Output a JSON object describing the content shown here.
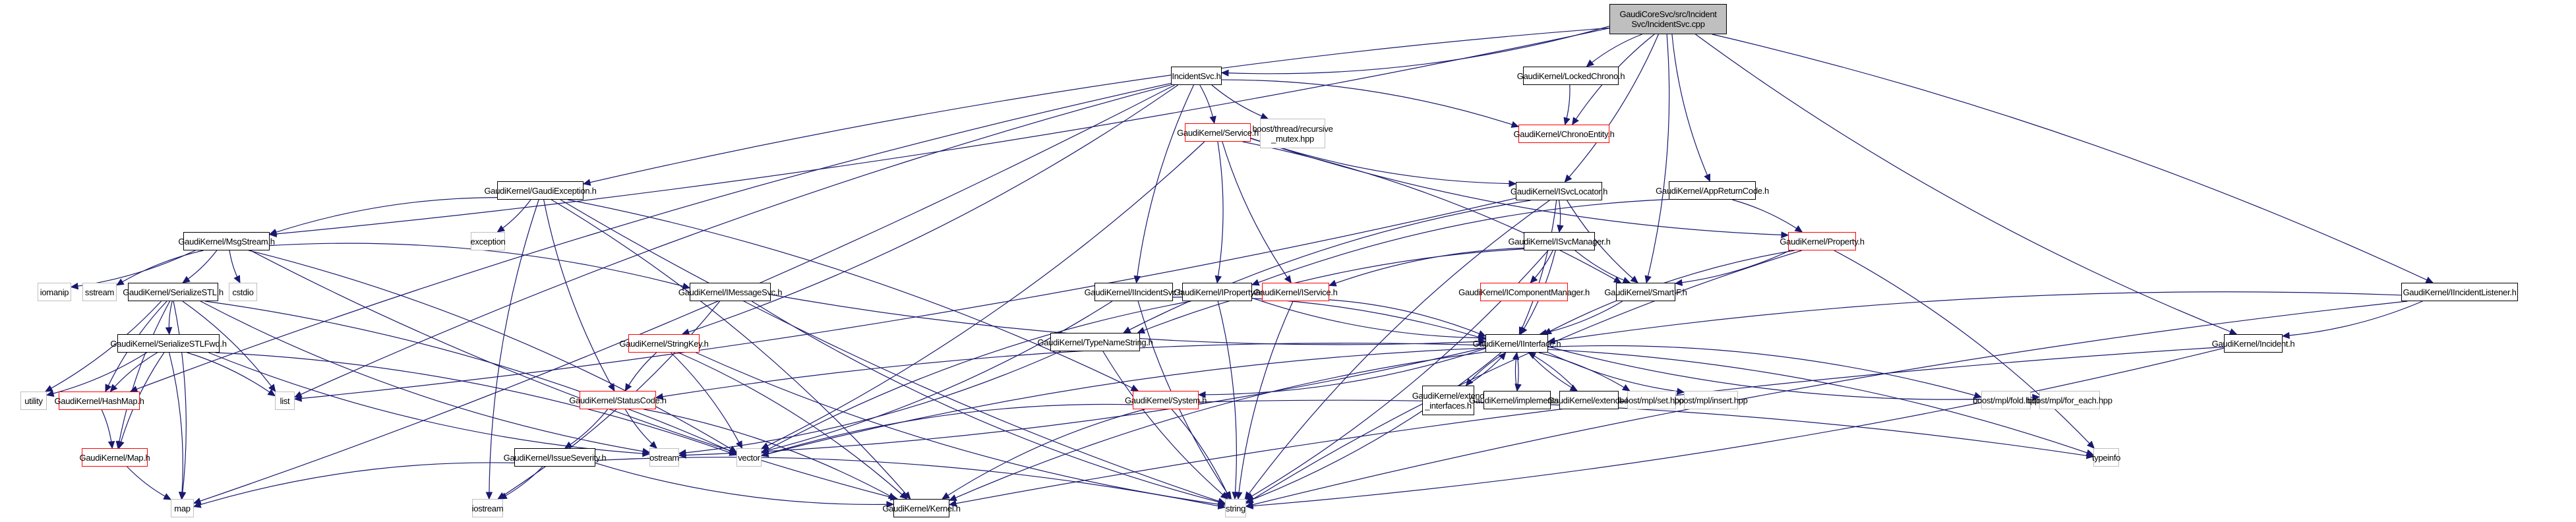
{
  "diagram": {
    "title": "GaudiCoreSvc/src/IncidentSvc/IncidentSvc.cpp include dependency graph",
    "colors": {
      "edge": "#191970",
      "root_fill": "#bfbfbf",
      "documented_border": "#000000",
      "truncated_border": "#ff0000",
      "external_border": "#bfbfbf"
    },
    "nodes": [
      {
        "id": "root",
        "label": "GaudiCoreSvc/src/Incident\nSvc/IncidentSvc.cpp",
        "kind": "root"
      },
      {
        "id": "incidentsvc_h",
        "label": "IncidentSvc.h",
        "kind": "normal"
      },
      {
        "id": "lockedchrono",
        "label": "GaudiKernel/LockedChrono.h",
        "kind": "normal"
      },
      {
        "id": "chronoentity",
        "label": "GaudiKernel/ChronoEntity.h",
        "kind": "red"
      },
      {
        "id": "service",
        "label": "GaudiKernel/Service.h",
        "kind": "red"
      },
      {
        "id": "boost_mutex",
        "label": "boost/thread/recursive\n_mutex.hpp",
        "kind": "ext"
      },
      {
        "id": "gaudiexception",
        "label": "GaudiKernel/GaudiException.h",
        "kind": "normal"
      },
      {
        "id": "isvclocator",
        "label": "GaudiKernel/ISvcLocator.h",
        "kind": "normal"
      },
      {
        "id": "appreturncode",
        "label": "GaudiKernel/AppReturnCode.h",
        "kind": "normal"
      },
      {
        "id": "property",
        "label": "GaudiKernel/Property.h",
        "kind": "red"
      },
      {
        "id": "msgstream",
        "label": "GaudiKernel/MsgStream.h",
        "kind": "normal"
      },
      {
        "id": "exception",
        "label": "exception",
        "kind": "ext"
      },
      {
        "id": "isvcmanager",
        "label": "GaudiKernel/ISvcManager.h",
        "kind": "normal"
      },
      {
        "id": "iomanip",
        "label": "iomanip",
        "kind": "ext"
      },
      {
        "id": "sstream",
        "label": "sstream",
        "kind": "ext"
      },
      {
        "id": "serializestl",
        "label": "GaudiKernel/SerializeSTL.h",
        "kind": "normal"
      },
      {
        "id": "cstdio",
        "label": "cstdio",
        "kind": "ext"
      },
      {
        "id": "imessagesvc",
        "label": "GaudiKernel/IMessageSvc.h",
        "kind": "normal"
      },
      {
        "id": "iincidentsvc",
        "label": "GaudiKernel/IIncidentSvc.h",
        "kind": "normal"
      },
      {
        "id": "iproperty",
        "label": "GaudiKernel/IProperty.h",
        "kind": "normal"
      },
      {
        "id": "iservice",
        "label": "GaudiKernel/IService.h",
        "kind": "red"
      },
      {
        "id": "icomponentmanager",
        "label": "GaudiKernel/IComponentManager.h",
        "kind": "red"
      },
      {
        "id": "smartif",
        "label": "GaudiKernel/SmartIF.h",
        "kind": "normal"
      },
      {
        "id": "iincidentlistener",
        "label": "GaudiKernel/IIncidentListener.h",
        "kind": "normal"
      },
      {
        "id": "serializestlfwd",
        "label": "GaudiKernel/SerializeSTLFwd.h",
        "kind": "normal"
      },
      {
        "id": "stringkey",
        "label": "GaudiKernel/StringKey.h",
        "kind": "red"
      },
      {
        "id": "typenamestring",
        "label": "GaudiKernel/TypeNameString.h",
        "kind": "normal"
      },
      {
        "id": "iinterface",
        "label": "GaudiKernel/IInterface.h",
        "kind": "normal"
      },
      {
        "id": "incident",
        "label": "GaudiKernel/Incident.h",
        "kind": "normal"
      },
      {
        "id": "utility",
        "label": "utility",
        "kind": "ext"
      },
      {
        "id": "hashmap",
        "label": "GaudiKernel/HashMap.h",
        "kind": "red"
      },
      {
        "id": "list",
        "label": "list",
        "kind": "ext"
      },
      {
        "id": "statuscode",
        "label": "GaudiKernel/StatusCode.h",
        "kind": "red"
      },
      {
        "id": "system",
        "label": "GaudiKernel/System.h",
        "kind": "red"
      },
      {
        "id": "extend_interfaces",
        "label": "GaudiKernel/extend\n_interfaces.h",
        "kind": "normal"
      },
      {
        "id": "implements",
        "label": "GaudiKernel/implements.h",
        "kind": "normal"
      },
      {
        "id": "extends",
        "label": "GaudiKernel/extends.h",
        "kind": "normal"
      },
      {
        "id": "mpl_set",
        "label": "boost/mpl/set.hpp",
        "kind": "ext"
      },
      {
        "id": "mpl_insert",
        "label": "boost/mpl/insert.hpp",
        "kind": "ext"
      },
      {
        "id": "mpl_fold",
        "label": "boost/mpl/fold.hpp",
        "kind": "ext"
      },
      {
        "id": "mpl_for_each",
        "label": "boost/mpl/for_each.hpp",
        "kind": "ext"
      },
      {
        "id": "map_h",
        "label": "GaudiKernel/Map.h",
        "kind": "red"
      },
      {
        "id": "ostream",
        "label": "ostream",
        "kind": "ext"
      },
      {
        "id": "vector",
        "label": "vector",
        "kind": "ext"
      },
      {
        "id": "typeinfo",
        "label": "typeinfo",
        "kind": "ext"
      },
      {
        "id": "issueseverity",
        "label": "GaudiKernel/IssueSeverity.h",
        "kind": "normal"
      },
      {
        "id": "map",
        "label": "map",
        "kind": "ext"
      },
      {
        "id": "iostream",
        "label": "iostream",
        "kind": "ext"
      },
      {
        "id": "kernel",
        "label": "GaudiKernel/Kernel.h",
        "kind": "normal"
      },
      {
        "id": "string",
        "label": "string",
        "kind": "ext"
      }
    ],
    "edges": [
      [
        "root",
        "incidentsvc_h"
      ],
      [
        "root",
        "lockedchrono"
      ],
      [
        "root",
        "msgstream"
      ],
      [
        "root",
        "gaudiexception"
      ],
      [
        "root",
        "isvclocator"
      ],
      [
        "root",
        "appreturncode"
      ],
      [
        "root",
        "smartif"
      ],
      [
        "root",
        "incident"
      ],
      [
        "root",
        "iincidentlistener"
      ],
      [
        "root",
        "chronoentity"
      ],
      [
        "incidentsvc_h",
        "service"
      ],
      [
        "incidentsvc_h",
        "boost_mutex"
      ],
      [
        "incidentsvc_h",
        "chronoentity"
      ],
      [
        "incidentsvc_h",
        "iincidentsvc"
      ],
      [
        "incidentsvc_h",
        "stringkey"
      ],
      [
        "incidentsvc_h",
        "list"
      ],
      [
        "incidentsvc_h",
        "map"
      ],
      [
        "incidentsvc_h",
        "hashmap"
      ],
      [
        "lockedchrono",
        "chronoentity"
      ],
      [
        "service",
        "isvclocator"
      ],
      [
        "service",
        "iproperty"
      ],
      [
        "service",
        "iservice"
      ],
      [
        "service",
        "smartif"
      ],
      [
        "service",
        "property"
      ],
      [
        "service",
        "vector"
      ],
      [
        "gaudiexception",
        "msgstream"
      ],
      [
        "gaudiexception",
        "exception"
      ],
      [
        "gaudiexception",
        "statuscode"
      ],
      [
        "gaudiexception",
        "system"
      ],
      [
        "gaudiexception",
        "iostream"
      ],
      [
        "gaudiexception",
        "kernel"
      ],
      [
        "gaudiexception",
        "string"
      ],
      [
        "isvclocator",
        "isvcmanager"
      ],
      [
        "isvclocator",
        "smartif"
      ],
      [
        "isvclocator",
        "iinterface"
      ],
      [
        "isvclocator",
        "typenamestring"
      ],
      [
        "isvclocator",
        "list"
      ],
      [
        "isvclocator",
        "string"
      ],
      [
        "appreturncode",
        "property"
      ],
      [
        "appreturncode",
        "iproperty"
      ],
      [
        "property",
        "smartif"
      ],
      [
        "property",
        "iinterface"
      ],
      [
        "property",
        "typeinfo"
      ],
      [
        "property",
        "string"
      ],
      [
        "msgstream",
        "iomanip"
      ],
      [
        "msgstream",
        "sstream"
      ],
      [
        "msgstream",
        "serializestl"
      ],
      [
        "msgstream",
        "cstdio"
      ],
      [
        "msgstream",
        "imessagesvc"
      ],
      [
        "msgstream",
        "kernel"
      ],
      [
        "msgstream",
        "vector"
      ],
      [
        "isvcmanager",
        "iservice"
      ],
      [
        "isvcmanager",
        "icomponentmanager"
      ],
      [
        "isvcmanager",
        "smartif"
      ],
      [
        "isvcmanager",
        "iinterface"
      ],
      [
        "isvcmanager",
        "typenamestring"
      ],
      [
        "isvcmanager",
        "string"
      ],
      [
        "serializestl",
        "serializestlfwd"
      ],
      [
        "serializestl",
        "utility"
      ],
      [
        "serializestl",
        "hashmap"
      ],
      [
        "serializestl",
        "list"
      ],
      [
        "serializestl",
        "map_h"
      ],
      [
        "serializestl",
        "map"
      ],
      [
        "serializestl",
        "ostream"
      ],
      [
        "serializestl",
        "vector"
      ],
      [
        "imessagesvc",
        "iinterface"
      ],
      [
        "imessagesvc",
        "iostream"
      ],
      [
        "imessagesvc",
        "string"
      ],
      [
        "iincidentsvc",
        "iinterface"
      ],
      [
        "iincidentsvc",
        "string"
      ],
      [
        "iincidentsvc",
        "vector"
      ],
      [
        "iproperty",
        "iinterface"
      ],
      [
        "iproperty",
        "string"
      ],
      [
        "iproperty",
        "vector"
      ],
      [
        "iservice",
        "iinterface"
      ],
      [
        "iservice",
        "string"
      ],
      [
        "smartif",
        "iinterface"
      ],
      [
        "iincidentlistener",
        "iinterface"
      ],
      [
        "iincidentlistener",
        "incident"
      ],
      [
        "iincidentlistener",
        "string"
      ],
      [
        "serializestlfwd",
        "utility"
      ],
      [
        "serializestlfwd",
        "hashmap"
      ],
      [
        "serializestlfwd",
        "list"
      ],
      [
        "serializestlfwd",
        "map_h"
      ],
      [
        "serializestlfwd",
        "map"
      ],
      [
        "serializestlfwd",
        "ostream"
      ],
      [
        "serializestlfwd",
        "vector"
      ],
      [
        "stringkey",
        "statuscode"
      ],
      [
        "stringkey",
        "vector"
      ],
      [
        "stringkey",
        "string"
      ],
      [
        "stringkey",
        "kernel"
      ],
      [
        "typenamestring",
        "string"
      ],
      [
        "typenamestring",
        "ostream"
      ],
      [
        "iinterface",
        "statuscode"
      ],
      [
        "iinterface",
        "system"
      ],
      [
        "iinterface",
        "extend_interfaces"
      ],
      [
        "iinterface",
        "implements"
      ],
      [
        "iinterface",
        "extends"
      ],
      [
        "iinterface",
        "mpl_set"
      ],
      [
        "iinterface",
        "mpl_insert"
      ],
      [
        "iinterface",
        "mpl_fold"
      ],
      [
        "iinterface",
        "mpl_for_each"
      ],
      [
        "iinterface",
        "ostream"
      ],
      [
        "iinterface",
        "kernel"
      ],
      [
        "iinterface",
        "typeinfo"
      ],
      [
        "iinterface",
        "vector"
      ],
      [
        "iinterface",
        "string"
      ],
      [
        "extend_interfaces",
        "iinterface"
      ],
      [
        "implements",
        "iinterface"
      ],
      [
        "extends",
        "iinterface"
      ],
      [
        "incident",
        "string"
      ],
      [
        "incident",
        "kernel"
      ],
      [
        "hashmap",
        "map_h"
      ],
      [
        "map_h",
        "map"
      ],
      [
        "statuscode",
        "issueseverity"
      ],
      [
        "statuscode",
        "ostream"
      ],
      [
        "statuscode",
        "kernel"
      ],
      [
        "system",
        "vector"
      ],
      [
        "system",
        "string"
      ],
      [
        "system",
        "kernel"
      ],
      [
        "system",
        "typeinfo"
      ],
      [
        "issueseverity",
        "map"
      ],
      [
        "issueseverity",
        "iostream"
      ],
      [
        "issueseverity",
        "kernel"
      ],
      [
        "issueseverity",
        "string"
      ]
    ]
  }
}
